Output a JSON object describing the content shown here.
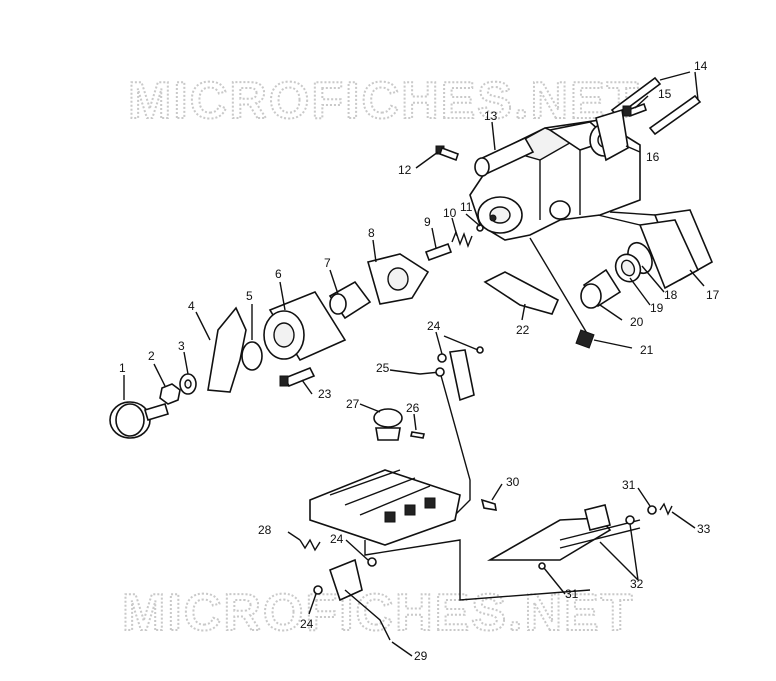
{
  "watermark": "MICROFICHES.NET",
  "callouts": [
    "1",
    "2",
    "3",
    "4",
    "5",
    "6",
    "7",
    "8",
    "9",
    "10",
    "11",
    "12",
    "13",
    "14",
    "15",
    "16",
    "17",
    "18",
    "19",
    "20",
    "21",
    "22",
    "23",
    "24",
    "25",
    "26",
    "27",
    "28",
    "29",
    "30",
    "31",
    "32",
    "33"
  ]
}
